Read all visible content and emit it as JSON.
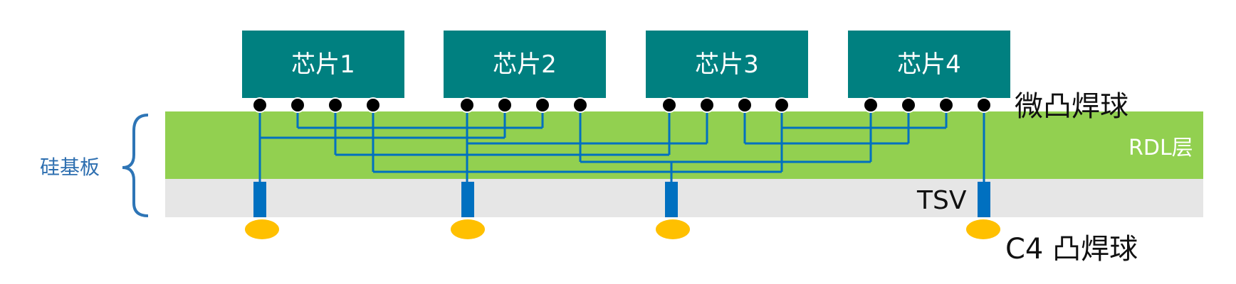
{
  "chips": [
    {
      "label": "芯片1"
    },
    {
      "label": "芯片2"
    },
    {
      "label": "芯片3"
    },
    {
      "label": "芯片4"
    }
  ],
  "labels": {
    "substrate": "硅基板",
    "microbump": "微凸焊球",
    "rdl": "RDL层",
    "tsv": "TSV",
    "c4bump": "C4 凸焊球"
  },
  "colors": {
    "chip": "#008080",
    "rdl": "#92d050",
    "silicon": "#e6e6e6",
    "wire": "#0070c0",
    "tsv": "#0070c0",
    "c4": "#ffc000",
    "bump": "#000000",
    "brace": "#2e75b6"
  }
}
